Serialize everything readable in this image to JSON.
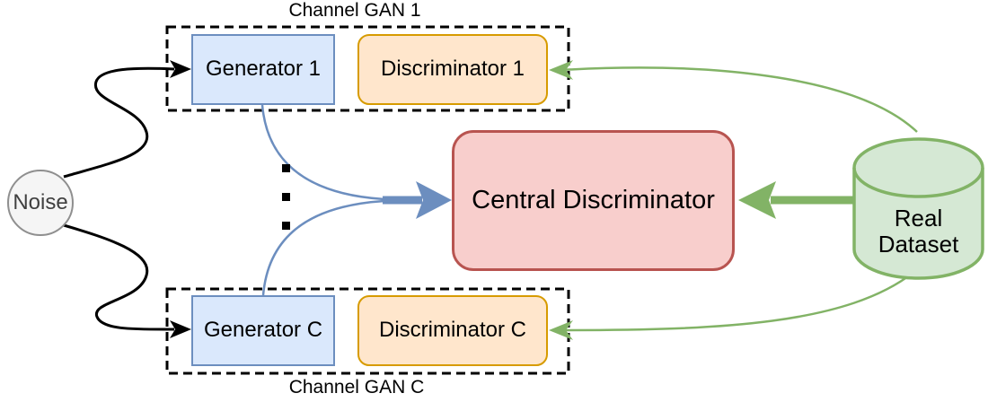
{
  "diagram": {
    "noise": {
      "label": "Noise"
    },
    "channel_gan_1": {
      "title": "Channel GAN 1",
      "generator_label": "Generator 1",
      "discriminator_label": "Discriminator 1"
    },
    "channel_gan_c": {
      "title": "Channel GAN C",
      "generator_label": "Generator C",
      "discriminator_label": "Discriminator C"
    },
    "central_discriminator": {
      "label": "Central Discriminator"
    },
    "real_dataset": {
      "line1": "Real",
      "line2": "Dataset"
    },
    "icons": {
      "ellipsis_dots": "vertical-ellipsis-squares",
      "noise_arrows": "black-curved-arrows",
      "generator_merge_arrow": "blue-thick-arrow",
      "dataset_arrow": "green-thick-arrow",
      "dataset_feedback_arrows": "green-curved-arrows"
    },
    "colors": {
      "generator_fill": "#dae8fc",
      "generator_stroke": "#6c8ebf",
      "discriminator_fill": "#ffe6cc",
      "discriminator_stroke": "#d79b00",
      "central_fill": "#f8cecc",
      "central_stroke": "#b85450",
      "dataset_fill": "#d5e8d4",
      "dataset_stroke": "#82b366",
      "noise_fill": "#f5f5f5",
      "noise_stroke": "#8f8f8f",
      "arrow_black": "#000000",
      "arrow_blue": "#6c8ebf",
      "arrow_green": "#82b366",
      "dashed_group_stroke": "#000000"
    }
  }
}
